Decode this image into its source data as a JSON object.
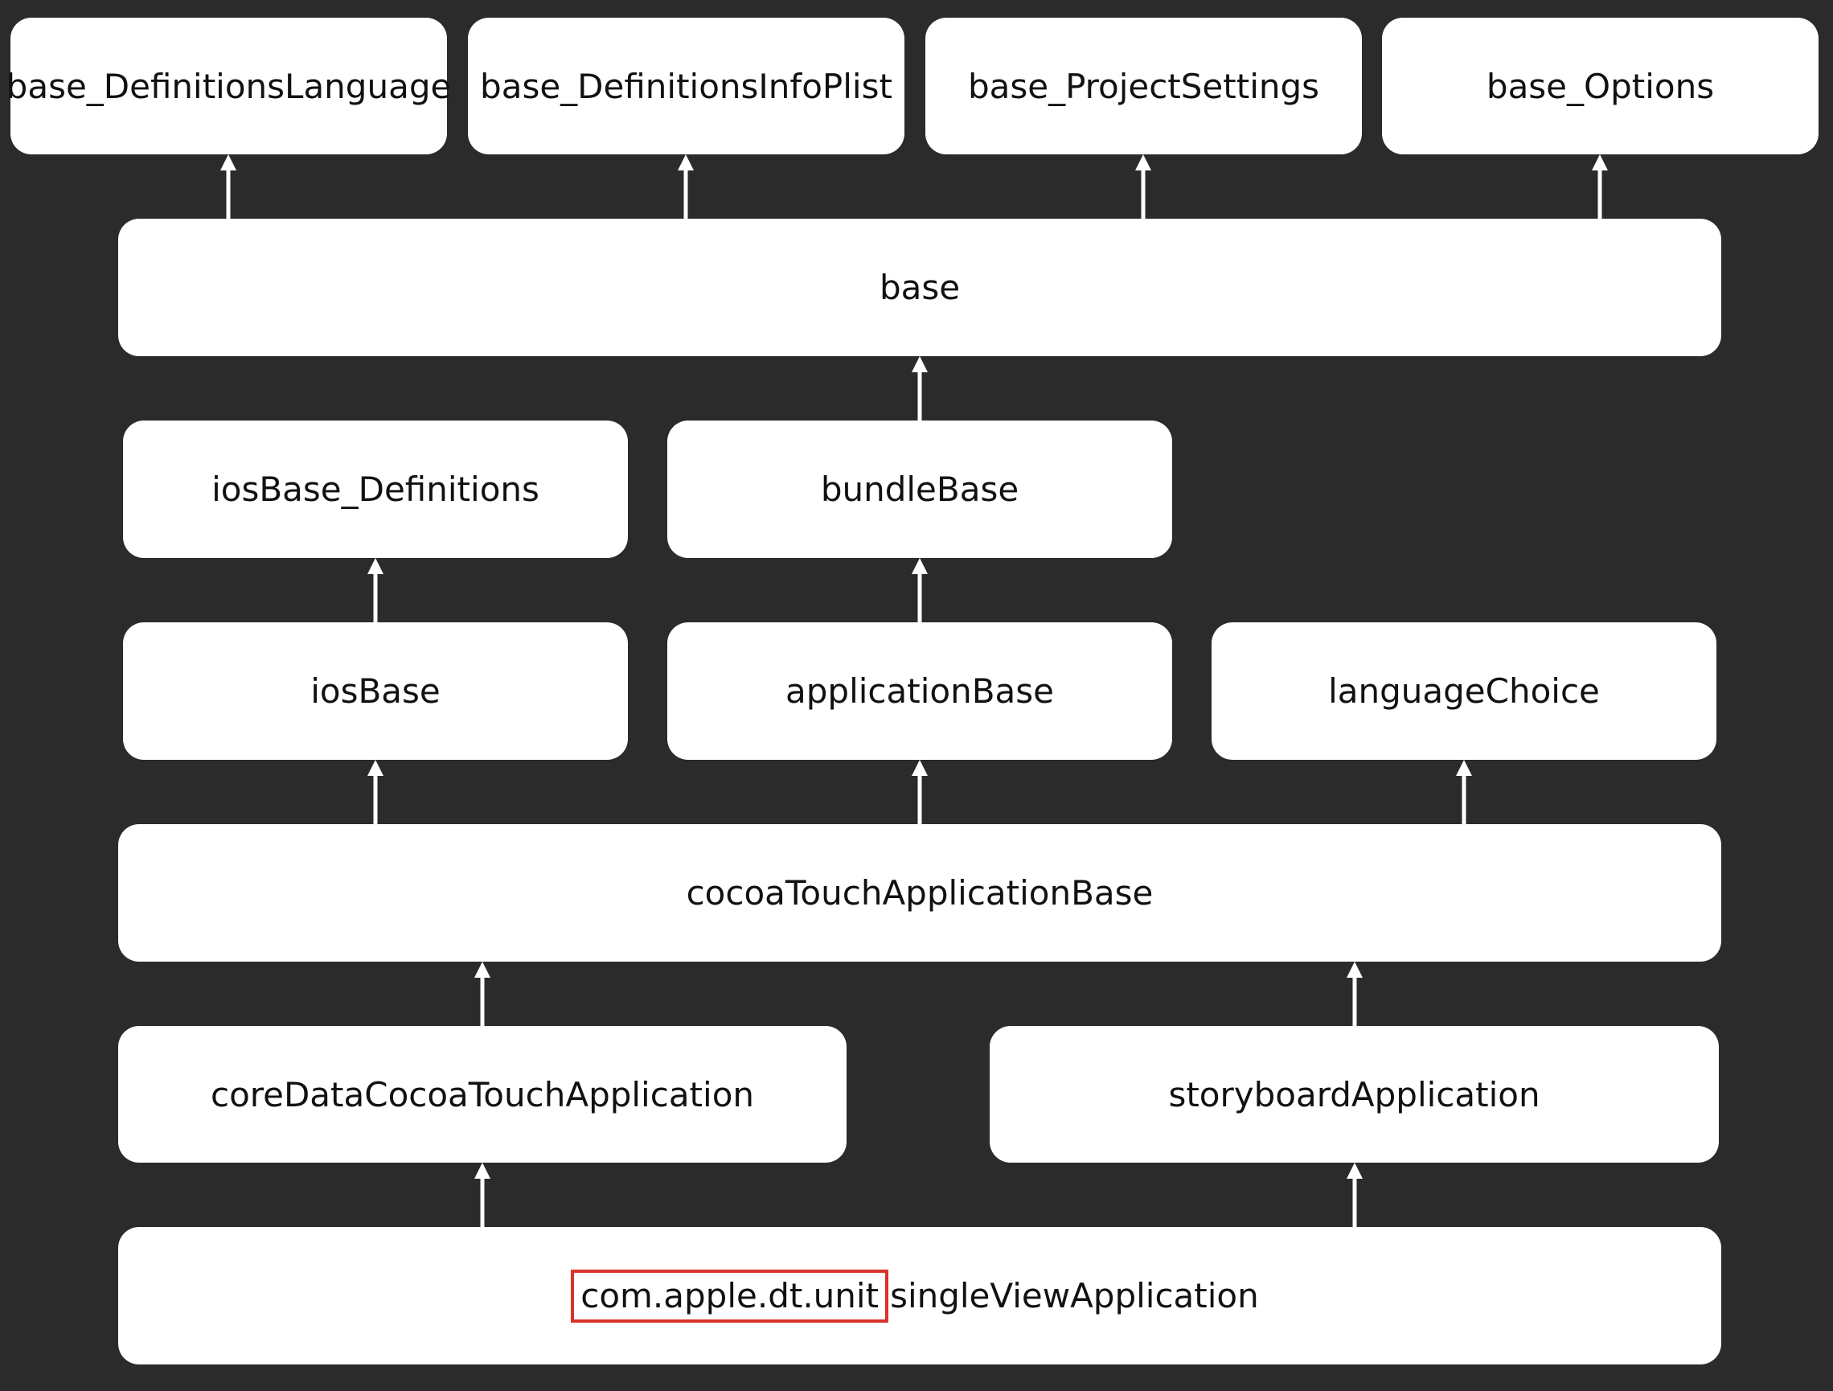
{
  "nodes": {
    "base_definitions_language": "base_DefinitionsLanguage",
    "base_definitions_info_plist": "base_DefinitionsInfoPlist",
    "base_project_settings": "base_ProjectSettings",
    "base_options": "base_Options",
    "base": "base",
    "ios_base_definitions": "iosBase_Definitions",
    "bundle_base": "bundleBase",
    "ios_base": "iosBase",
    "application_base": "applicationBase",
    "language_choice": "languageChoice",
    "cocoa_touch_application_base": "cocoaTouchApplicationBase",
    "core_data_cocoa_touch_application": "coreDataCocoaTouchApplication",
    "storyboard_application": "storyboardApplication",
    "single_view_prefix": "com.apple.dt.unit",
    "single_view_name": "singleViewApplication"
  },
  "edges": [
    {
      "from": "base",
      "to": "base_DefinitionsLanguage"
    },
    {
      "from": "base",
      "to": "base_DefinitionsInfoPlist"
    },
    {
      "from": "base",
      "to": "base_ProjectSettings"
    },
    {
      "from": "base",
      "to": "base_Options"
    },
    {
      "from": "bundleBase",
      "to": "base"
    },
    {
      "from": "iosBase",
      "to": "iosBase_Definitions"
    },
    {
      "from": "applicationBase",
      "to": "bundleBase"
    },
    {
      "from": "cocoaTouchApplicationBase",
      "to": "iosBase"
    },
    {
      "from": "cocoaTouchApplicationBase",
      "to": "applicationBase"
    },
    {
      "from": "cocoaTouchApplicationBase",
      "to": "languageChoice"
    },
    {
      "from": "coreDataCocoaTouchApplication",
      "to": "cocoaTouchApplicationBase"
    },
    {
      "from": "storyboardApplication",
      "to": "cocoaTouchApplicationBase"
    },
    {
      "from": "singleViewApplication",
      "to": "coreDataCocoaTouchApplication"
    },
    {
      "from": "singleViewApplication",
      "to": "storyboardApplication"
    }
  ],
  "colors": {
    "background": "#2b2b2b",
    "node": "#ffffff",
    "highlight": "#d9332b",
    "arrow": "#ffffff"
  }
}
